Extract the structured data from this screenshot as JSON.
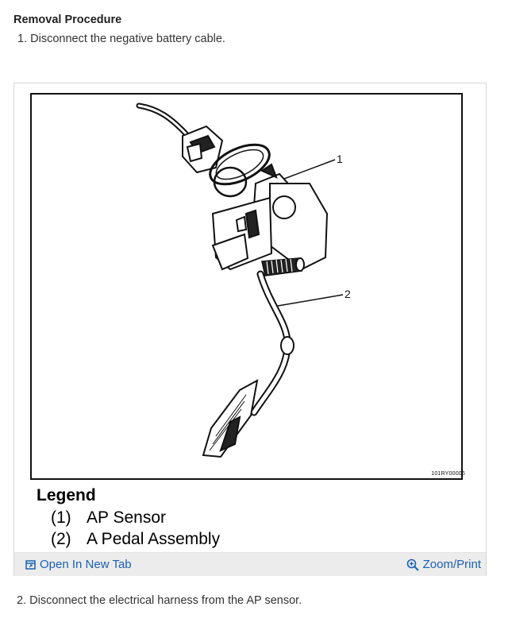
{
  "heading": "Removal Procedure",
  "steps": [
    "1. Disconnect the negative battery cable.",
    "2. Disconnect the electrical harness from the AP sensor."
  ],
  "figure": {
    "code": "101RY00006",
    "callouts": [
      "1",
      "2"
    ],
    "legend_title": "Legend",
    "legend_items": [
      {
        "num": "(1)",
        "label": "AP Sensor"
      },
      {
        "num": "(2)",
        "label": "A Pedal Assembly"
      }
    ]
  },
  "toolbar": {
    "open_label": "Open In New Tab",
    "zoom_label": "Zoom/Print",
    "link_color": "#1a5fb4",
    "open_icon": "open-new-tab-icon",
    "zoom_icon": "zoom-icon"
  }
}
